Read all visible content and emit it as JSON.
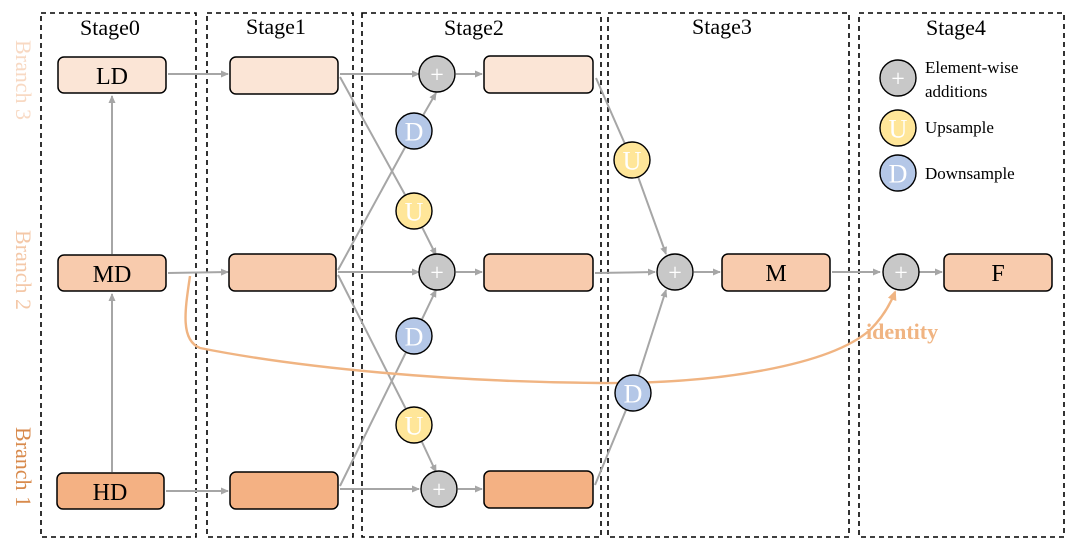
{
  "stages": [
    "Stage0",
    "Stage1",
    "Stage2",
    "Stage3",
    "Stage4"
  ],
  "branches": {
    "branch3": "Branch 3",
    "branch2": "Branch 2",
    "branch1": "Branch 1"
  },
  "nodes": {
    "ld": "LD",
    "md": "MD",
    "hd": "HD",
    "m": "M",
    "f": "F"
  },
  "circle_glyphs": {
    "add": "+",
    "upsample": "U",
    "downsample": "D"
  },
  "legend": {
    "add_line1": "Element-wise",
    "add_line2": "additions",
    "upsample": "Upsample",
    "downsample": "Downsample"
  },
  "identity_label": "identity",
  "colors": {
    "branch3_fill": "#fbe5d6",
    "branch2_fill": "#f8cbad",
    "branch1_fill": "#f4b183",
    "branch3_text": "#f8d9c3",
    "branch2_text": "#f4c8a8",
    "branch1_text": "#d88a4c",
    "arrow": "#a6a6a6",
    "add_fill": "#c8c8c8",
    "up_fill": "#ffe699",
    "down_fill": "#b4c7e7",
    "identity": "#f0b482"
  }
}
